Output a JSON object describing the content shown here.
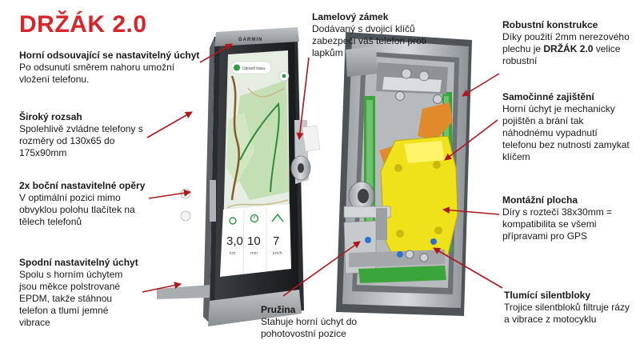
{
  "title": "DRŽÁK 2.0",
  "colors": {
    "title": "#d7262b",
    "arrow": "#b0171d",
    "accent_green": "#3aa53a",
    "accent_yellow": "#f0e21a",
    "accent_orange": "#e08a2c"
  },
  "callouts": {
    "horni_uchyt": {
      "title": "Horní odsouvající se nastavitelný úchyt",
      "desc": "Po odsunutí směrem nahoru umožní vložení telefonu."
    },
    "siroky_rozsah": {
      "title": "Široký rozsah",
      "desc": "Spolehlivě zvládne telefony s rozměry od 130x65 do 175x90mm"
    },
    "bocni_opery": {
      "title": "2x boční nastavitelné opěry",
      "desc": "V optimální pozici mimo obvyklou polohu tlačítek na tělech telefonů"
    },
    "spodni_uchyt": {
      "title": "Spodní nastavitelný úchyt",
      "desc": "Spolu s horním úchytem jsou měkce polstrované EPDM, takže stáhnou telefon a tlumí jemné vibrace"
    },
    "lamelovy_zamek": {
      "title": "Lamelový zámek",
      "desc": "Dodávaný s dvojicí klíčů zabezpečí váš telefon proti lapkům"
    },
    "robustni_konstrukce": {
      "title": "Robustní konstrukce",
      "desc_before": "Díky použití 2mm nerezového plechu je",
      "desc_bold": "DRŽÁK 2.0",
      "desc_after": "velice robustní"
    },
    "samocinne_zajisteni": {
      "title": "Samočinné zajištění",
      "desc": "Horní úchyt je mechanicky pojištěn a brání tak náhodnému vypadnutí telefonu bez nutnosti zamykat klíčem"
    },
    "montazni_plocha": {
      "title": "Montážní plocha",
      "desc": "Díry s roztečí 38x30mm = kompatibilita se všemi přípravami pro GPS"
    },
    "pruzina": {
      "title": "Pružina",
      "desc": "Stahuje horní úchyt do pohotovostní pozice"
    },
    "silentbloky": {
      "title": "Tlumící silentbloky",
      "desc": "Trojice silentbloků filtruje rázy a vibrace z motocyklu"
    }
  },
  "phone": {
    "brand": "GARMIN",
    "route_label": "Upravit trasu",
    "stats": [
      {
        "value": "3,0",
        "unit": "km"
      },
      {
        "value": "10",
        "unit": "min"
      },
      {
        "value": "7",
        "unit": "km/h"
      }
    ]
  }
}
